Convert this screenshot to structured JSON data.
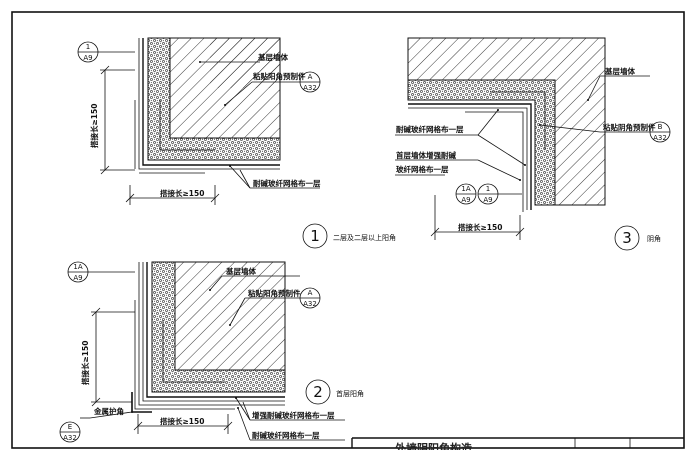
{
  "detail1": {
    "ref_top": "1",
    "ref_bottom": "A9",
    "label_base_wall": "基层墙体",
    "label_corner_piece": "粘贴阳角预制件",
    "corner_ref_top": "A",
    "corner_ref_bottom": "A32",
    "label_mesh": "耐碱玻纤网格布一层",
    "lap_vertical": "搭接长≥150",
    "lap_horizontal": "搭接长≥150",
    "number": "1",
    "caption": "二层及二层以上阳角"
  },
  "detail2": {
    "ref_top": "1A",
    "ref_bottom": "A9",
    "label_base_wall": "基层墙体",
    "label_corner_piece": "粘贴阳角预制件",
    "corner_ref_top": "A",
    "corner_ref_bottom": "A32",
    "lap_vertical": "搭接长≥150",
    "lap_horizontal": "搭接长≥150",
    "label_metal_guard": "金属护角",
    "guard_ref_top": "E",
    "guard_ref_bottom": "A32",
    "label_reinforced_mesh": "增强耐碱玻纤网格布一层",
    "label_mesh": "耐碱玻纤网格布一层",
    "number": "2",
    "caption": "首层阳角"
  },
  "detail3": {
    "label_base_wall": "基层墙体",
    "label_mesh": "耐碱玻纤网格布一层",
    "label_corner_piece": "粘贴阴角预制件",
    "corner_ref_top": "B",
    "corner_ref_bottom": "A32",
    "label_first_floor": "首层墙体增强耐碱",
    "label_first_floor_2": "玻纤网格布一层",
    "ref1_top": "1A",
    "ref1_bottom": "A9",
    "ref2_top": "1",
    "ref2_bottom": "A9",
    "lap_horizontal": "搭接长≥150",
    "number": "3",
    "caption": "阴角"
  },
  "title_block": {
    "title": "外墙阴阳角构造"
  }
}
